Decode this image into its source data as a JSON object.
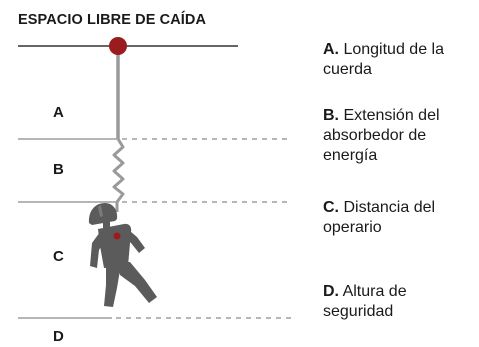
{
  "title": "ESPACIO LIBRE DE CAÍDA",
  "zones": [
    {
      "letter": "A"
    },
    {
      "letter": "B"
    },
    {
      "letter": "C"
    },
    {
      "letter": "D"
    }
  ],
  "legend": [
    {
      "letter": "A.",
      "text": "Longitud de la cuerda"
    },
    {
      "letter": "B.",
      "text": "Extensión del absorbedor de energía"
    },
    {
      "letter": "C.",
      "text": "Distancia del operario"
    },
    {
      "letter": "D.",
      "text": "Altura de seguridad"
    }
  ],
  "colors": {
    "anchor": "#9b1c1f",
    "rope": "#9a9a9a",
    "worker": "#5b5b5c",
    "lines": "#666666"
  },
  "icons": {
    "anchor": "anchor-point-icon",
    "worker": "fallen-worker-icon",
    "absorber": "zigzag-absorber-icon"
  }
}
